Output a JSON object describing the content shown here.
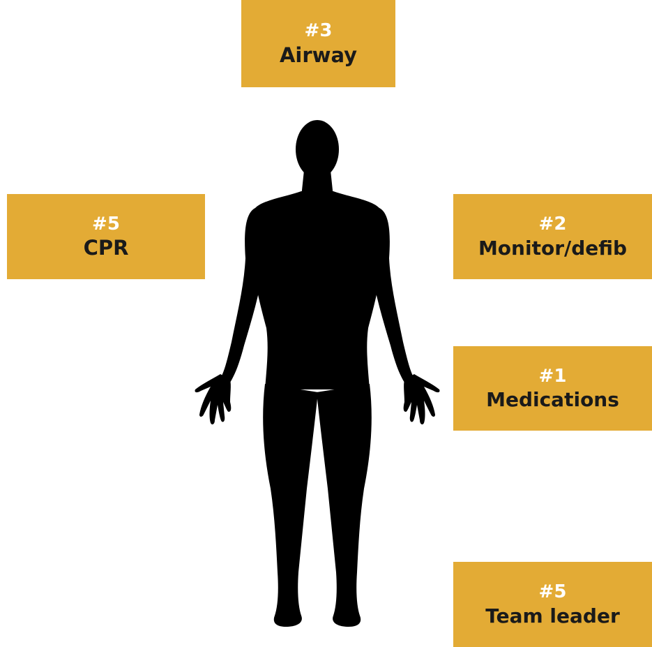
{
  "roles": [
    {
      "id": "airway",
      "number": "#3",
      "label": "Airway"
    },
    {
      "id": "cpr",
      "number": "#5",
      "label": "CPR"
    },
    {
      "id": "monitor",
      "number": "#2",
      "label": "Monitor/defib"
    },
    {
      "id": "medications",
      "number": "#1",
      "label": "Medications"
    },
    {
      "id": "team_leader",
      "number": "#5",
      "label": "Team leader"
    }
  ],
  "colors": {
    "box_fill": "#e3ab35",
    "number_text": "#ffffff",
    "label_text": "#1a1a1a",
    "silhouette": "#000000"
  },
  "icons": {
    "figure": "human-silhouette-icon"
  }
}
